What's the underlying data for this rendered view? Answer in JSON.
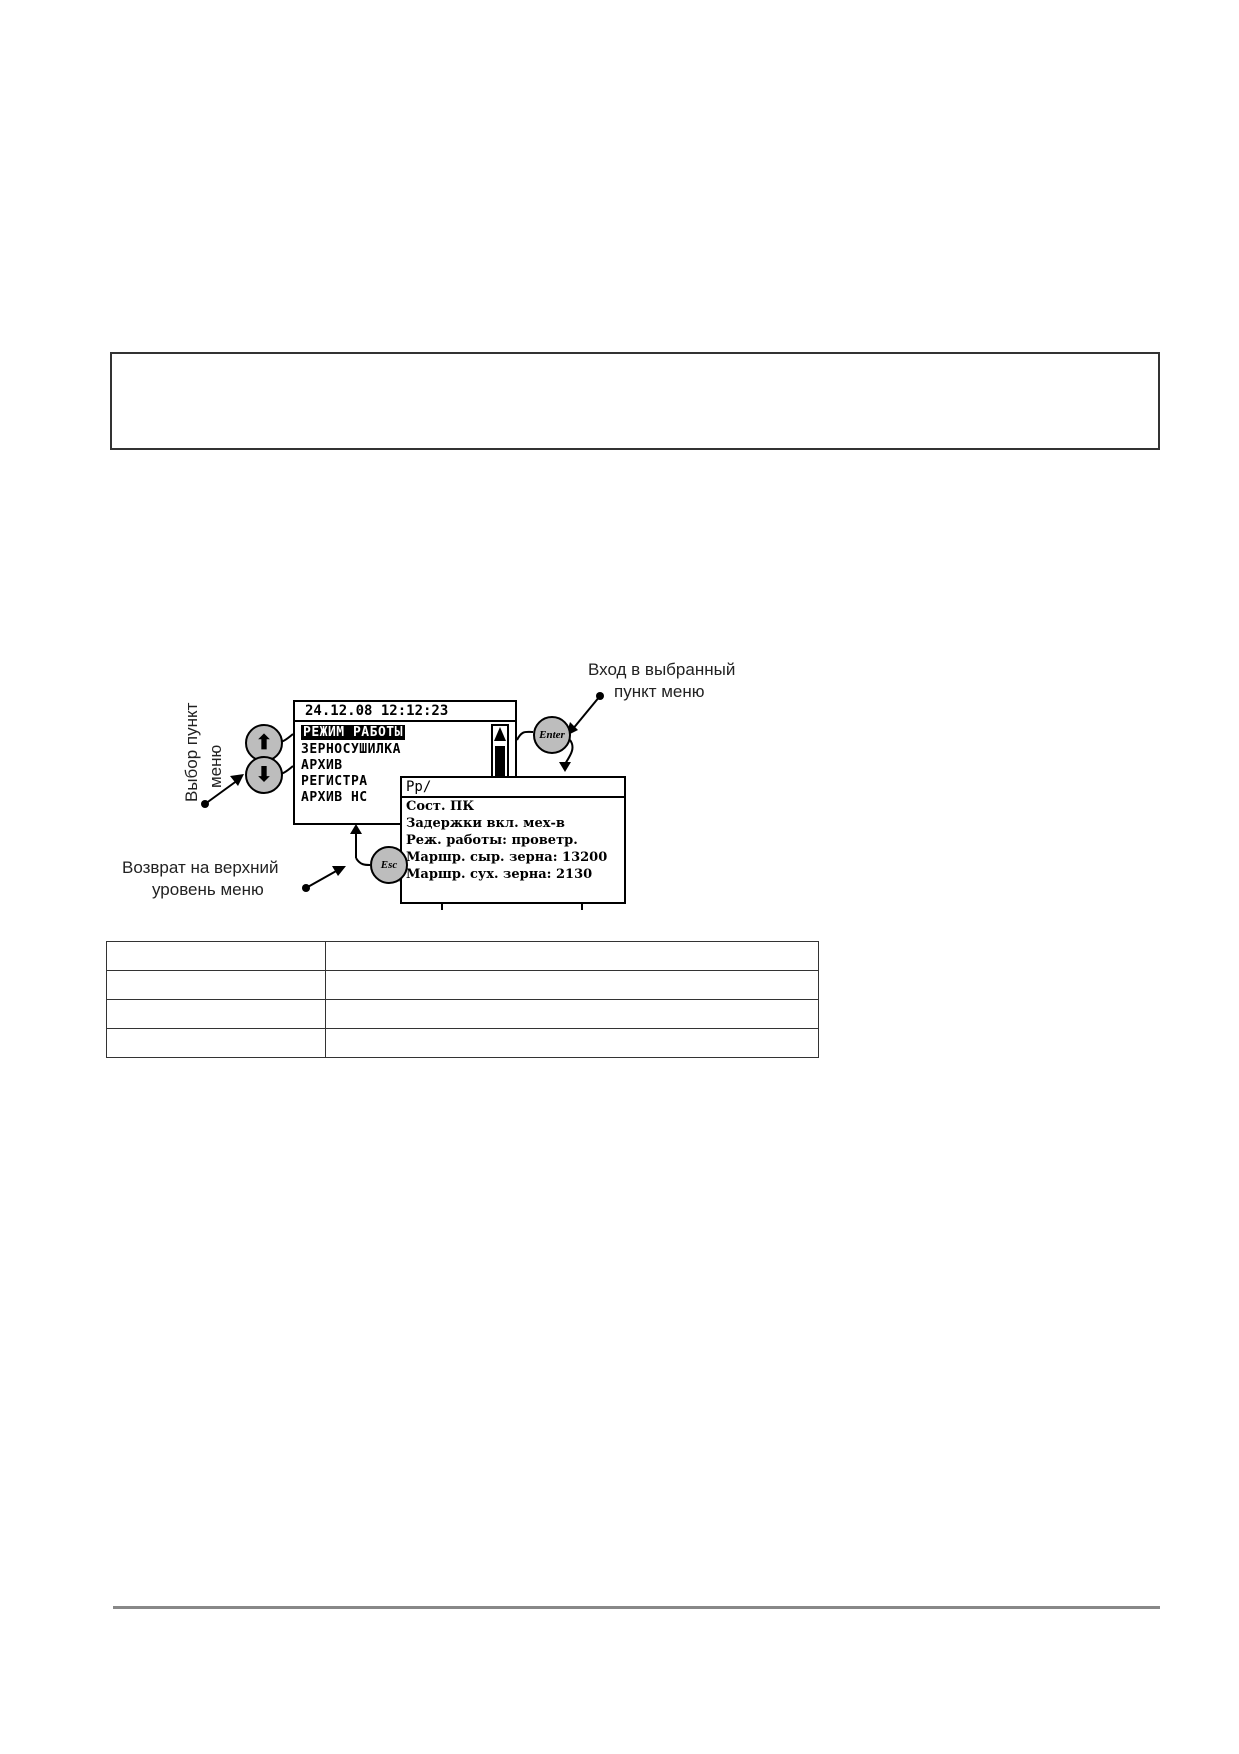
{
  "figure": {
    "lcd_main": {
      "datetime": "24.12.08 12:12:23",
      "menu_items": [
        {
          "label": "РЕЖИМ РАБОТЫ",
          "selected": true
        },
        {
          "label": "ЗЕРНОСУШИЛКА",
          "selected": false
        },
        {
          "label": "АРХИВ",
          "selected": false
        },
        {
          "label": "РЕГИСТРА",
          "selected": false
        },
        {
          "label": "АРХИВ НС",
          "selected": false
        }
      ]
    },
    "lcd_sub": {
      "header": "Рр/",
      "items": [
        "Сост. ПК",
        "Задержки вкл. мех-в",
        " Реж. работы: проветр.",
        "Маршр. сыр. зерна: 13200",
        " Маршр. сух. зерна: 2130"
      ]
    },
    "buttons": {
      "enter_label": "Enter",
      "esc_label": "Esc",
      "up_glyph": "⬆",
      "down_glyph": "⬇"
    },
    "annotations": {
      "enter_line1": "Вход в выбранный",
      "enter_line2": "пункт меню",
      "select_line1": "Выбор пункт",
      "select_line2": "меню",
      "return_line1": "Возврат на верхний",
      "return_line2": "уровень меню"
    }
  },
  "table": {
    "rows": [
      [
        "",
        ""
      ],
      [
        "",
        ""
      ],
      [
        "",
        ""
      ],
      [
        "",
        ""
      ]
    ]
  },
  "colors": {
    "button_fill": "#bdbdbd",
    "rule": "#888888"
  }
}
